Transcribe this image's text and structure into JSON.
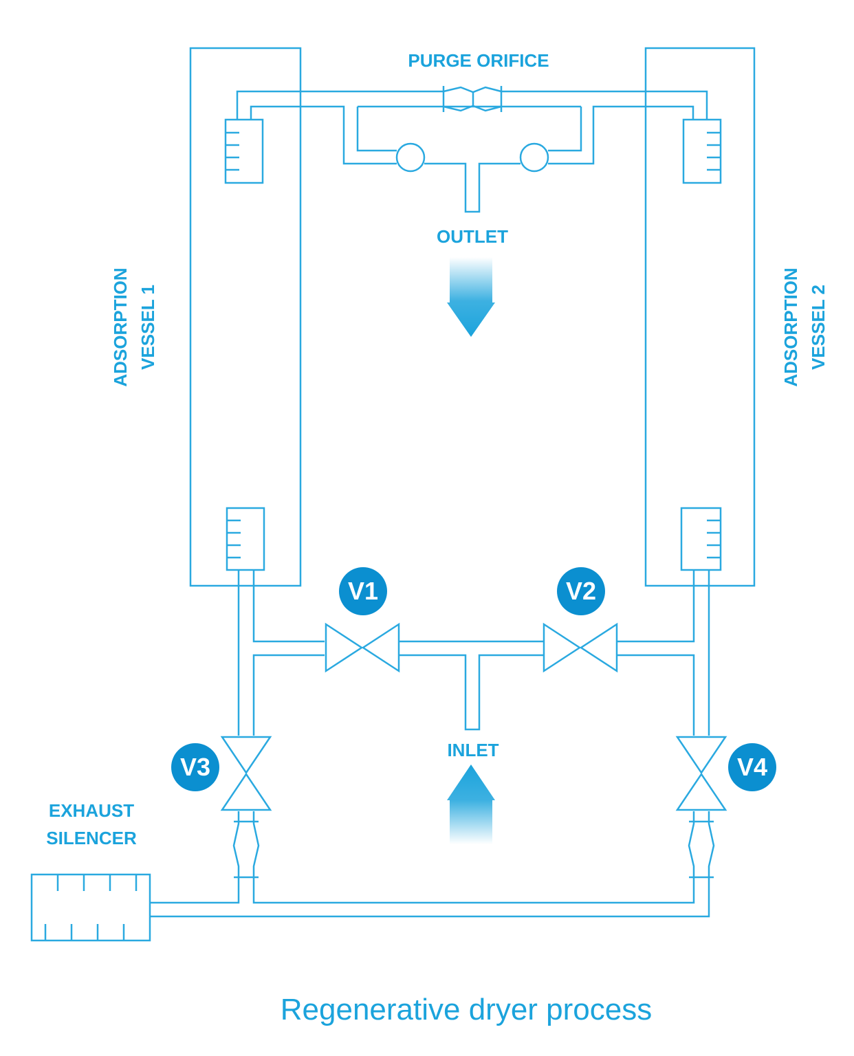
{
  "labels": {
    "purge_orifice": "PURGE ORIFICE",
    "outlet": "OUTLET",
    "inlet": "INLET",
    "vessel1_line1": "ADSORPTION",
    "vessel1_line2": "VESSEL 1",
    "vessel2_line1": "ADSORPTION",
    "vessel2_line2": "VESSEL 2",
    "exhaust_line1": "EXHAUST",
    "exhaust_line2": "SILENCER"
  },
  "valves": [
    "V1",
    "V2",
    "V3",
    "V4"
  ],
  "caption": "Regenerative dryer process",
  "colors": {
    "line": "#2aa9e0",
    "text": "#1ba3dc",
    "badge": "#0b8fd0"
  }
}
